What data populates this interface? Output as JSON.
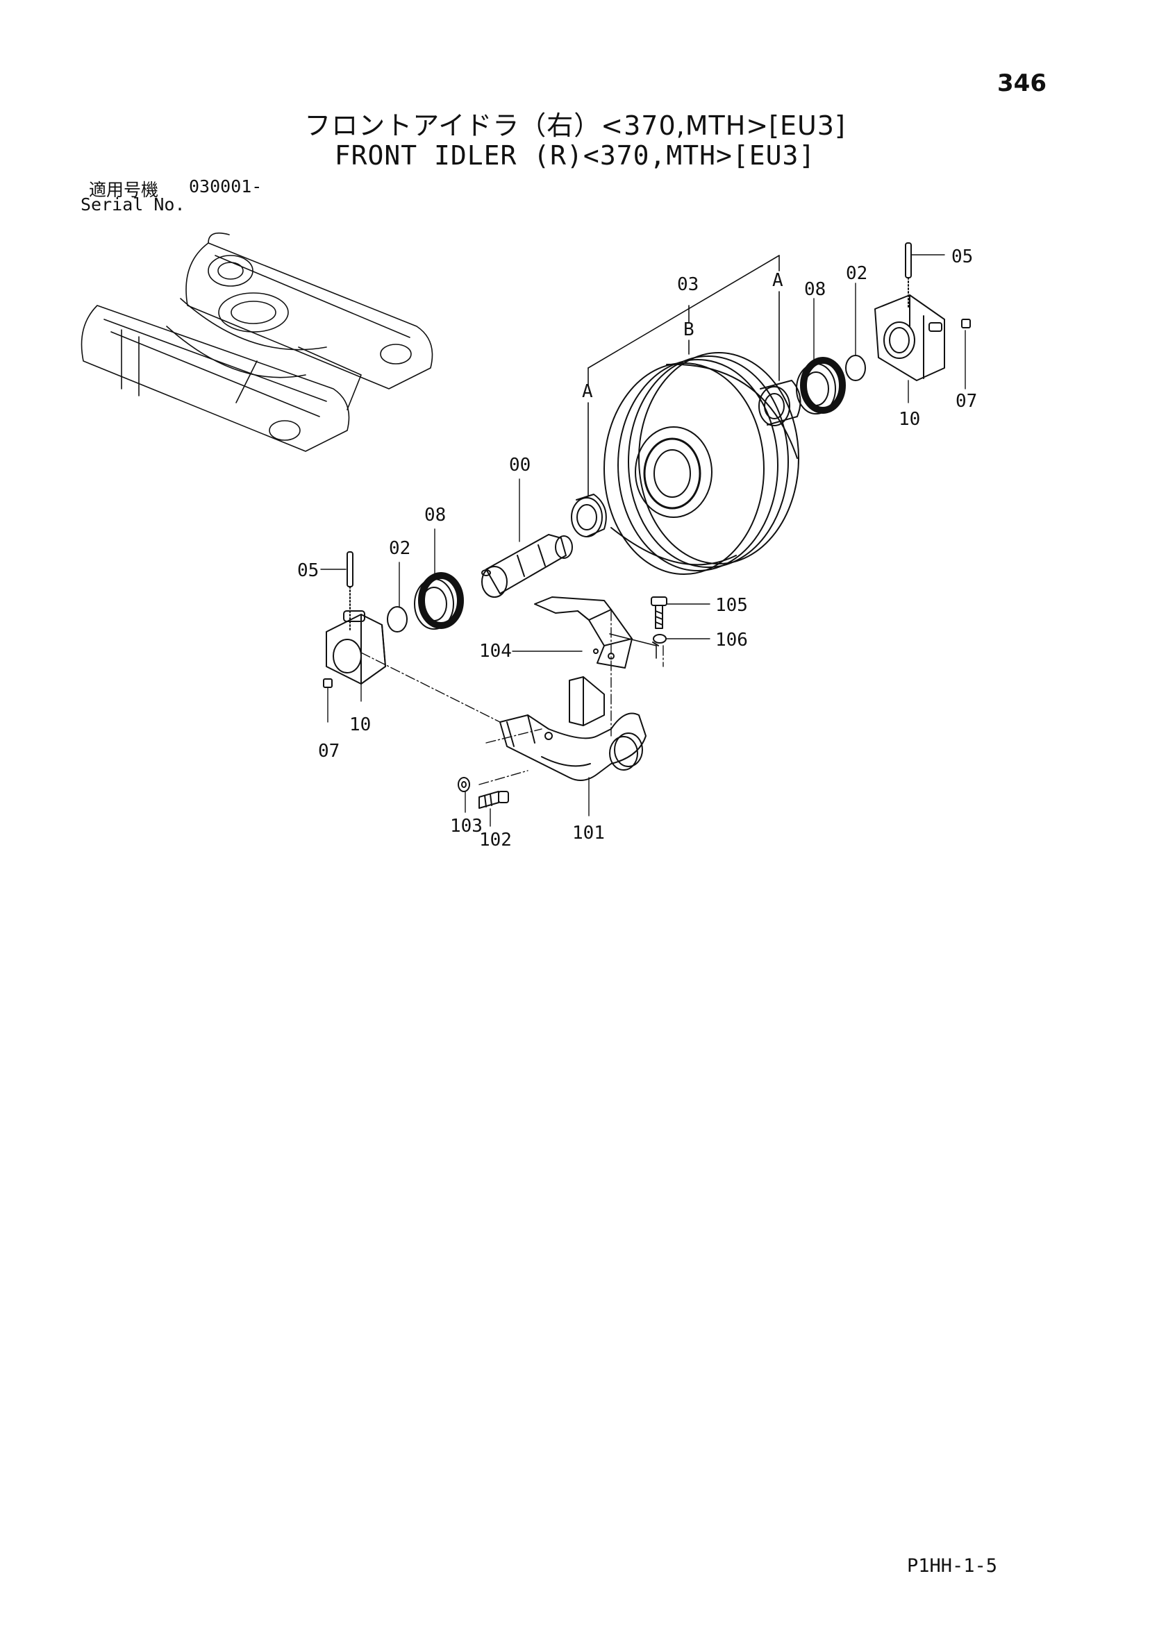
{
  "page": {
    "number": "346",
    "title_jp": "フロントアイドラ（右）<370,MTH>[EU3]",
    "title_en": "FRONT IDLER (R)<370,MTH>[EU3]",
    "serial_label_jp": "適用号機",
    "serial_value": "030001-",
    "serial_label_en": "Serial No.",
    "footer_code": "P1HH-1-5"
  },
  "diagram": {
    "callouts": {
      "c00": "00",
      "c02_left": "02",
      "c02_right": "02",
      "c03": "03",
      "c05_left": "05",
      "c05_right": "05",
      "c07_left": "07",
      "c07_right": "07",
      "c08_left": "08",
      "c08_right": "08",
      "c10_left": "10",
      "c10_right": "10",
      "c101": "101",
      "c102": "102",
      "c103": "103",
      "c104": "104",
      "c105": "105",
      "c106": "106",
      "refA_left": "A",
      "refA_right": "A",
      "refB": "B"
    }
  }
}
